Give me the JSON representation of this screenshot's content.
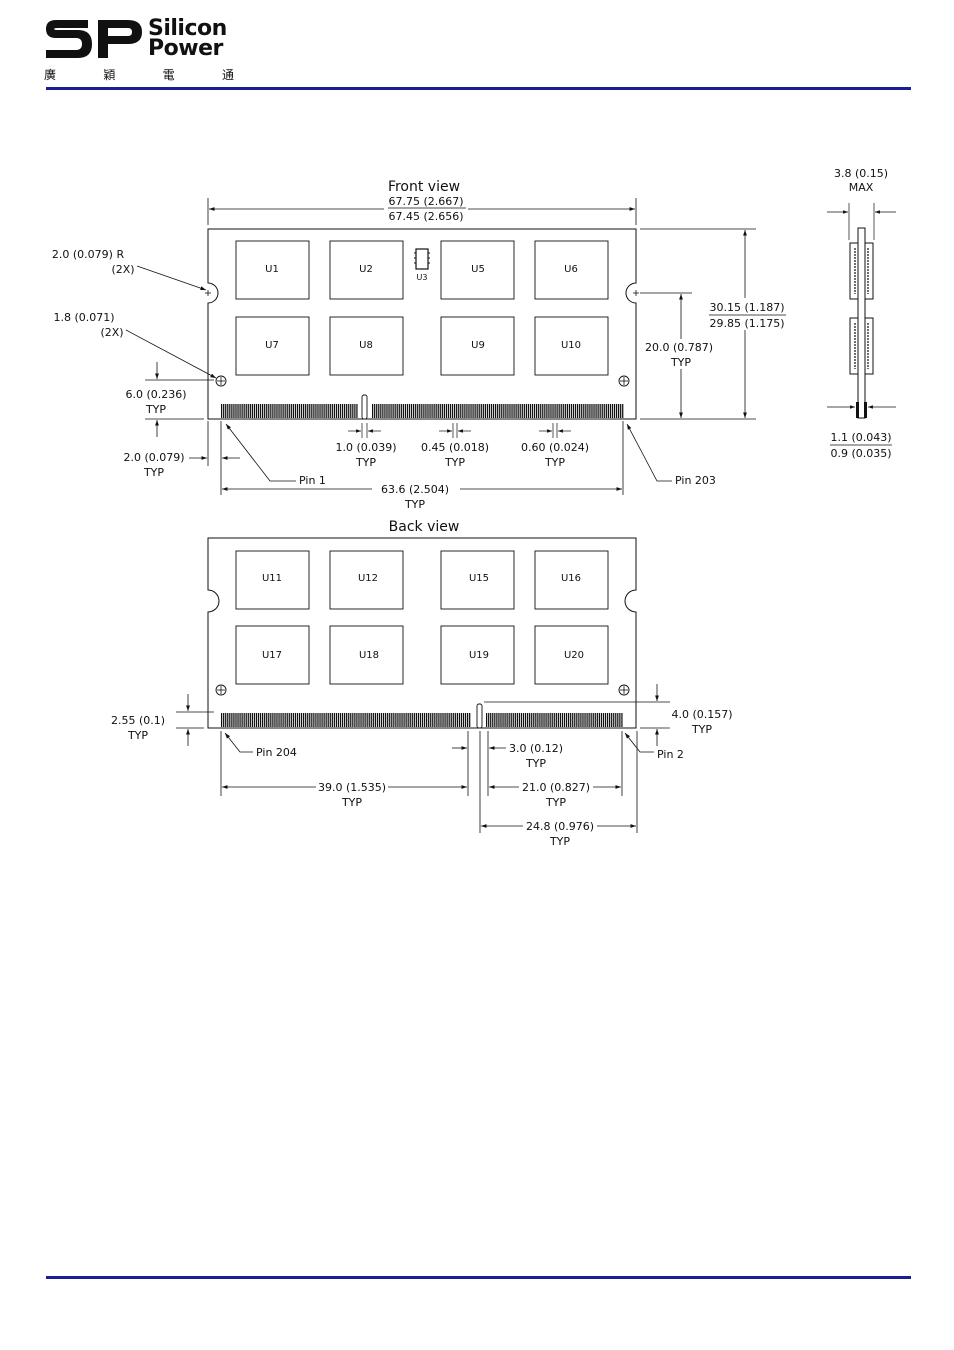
{
  "brand": {
    "sp": "SP",
    "line1": "Silicon",
    "line2": "Power",
    "chinese": [
      "廣",
      "穎",
      "電",
      "通"
    ],
    "rule_color": "#1b1f8f"
  },
  "front": {
    "title": "Front view",
    "width_max": "67.75 (2.667)",
    "width_min": "67.45 (2.656)",
    "chips_row1": [
      "U1",
      "U2",
      "U5",
      "U6"
    ],
    "chip_small": "U3",
    "chips_row2": [
      "U7",
      "U8",
      "U9",
      "U10"
    ],
    "notch_radius": "2.0 (0.079) R",
    "notch_count": "(2X)",
    "hole_dia": "1.8 (0.071)",
    "hole_count": "(2X)",
    "hole_height": "6.0 (0.236)",
    "hole_height_typ": "TYP",
    "edge_offset": "2.0 (0.079)",
    "edge_offset_typ": "TYP",
    "key_width": "1.0 (0.039)",
    "key_width_typ": "TYP",
    "pin_width": "0.45 (0.018)",
    "pin_width_typ": "TYP",
    "pin_pitch": "0.60 (0.024)",
    "pin_pitch_typ": "TYP",
    "pin1": "Pin 1",
    "pin203": "Pin 203",
    "pin_span": "63.6 (2.504)",
    "pin_span_typ": "TYP",
    "height_max": "30.15 (1.187)",
    "height_min": "29.85 (1.175)",
    "notch_height": "20.0 (0.787)",
    "notch_height_typ": "TYP"
  },
  "side": {
    "thickness": "3.8 (0.15)",
    "thickness_label": "MAX",
    "pcb_max": "1.1 (0.043)",
    "pcb_min": "0.9 (0.035)"
  },
  "back": {
    "title": "Back view",
    "chips_row1": [
      "U11",
      "U12",
      "U15",
      "U16"
    ],
    "chips_row2": [
      "U17",
      "U18",
      "U19",
      "U20"
    ],
    "contact_height": "2.55 (0.1)",
    "contact_height_typ": "TYP",
    "key_height": "4.0 (0.157)",
    "key_height_typ": "TYP",
    "pin204": "Pin 204",
    "pin2": "Pin 2",
    "key_gap": "3.0 (0.12)",
    "key_gap_typ": "TYP",
    "left_span": "39.0 (1.535)",
    "left_span_typ": "TYP",
    "right_span": "21.0 (0.827)",
    "right_span_typ": "TYP",
    "key_to_edge": "24.8 (0.976)",
    "key_to_edge_typ": "TYP"
  }
}
